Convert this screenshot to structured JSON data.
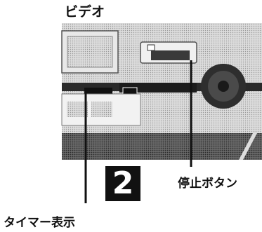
{
  "title": "ビデオ",
  "labels": {
    "stop_button": "停止ボタン",
    "timer_display": "タイマー表示"
  },
  "step_number": "2"
}
